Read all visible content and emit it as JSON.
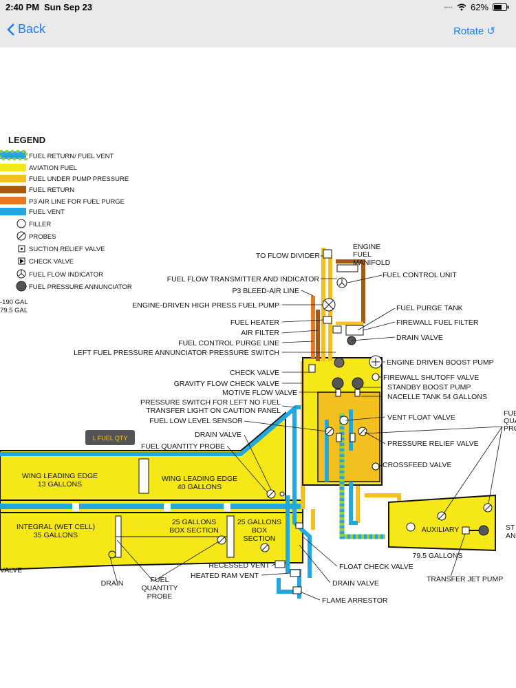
{
  "status_bar": {
    "time": "2:40 PM",
    "date": "Sun Sep 23",
    "battery": "62%"
  },
  "nav": {
    "back_label": "Back",
    "rotate_label": "Rotate ↺"
  },
  "legend": {
    "title": "LEGEND",
    "items": [
      {
        "label": "FUEL RETURN/ FUEL VENT",
        "color": "#9ccc3a"
      },
      {
        "label": "AVIATION FUEL",
        "color": "#f6e816"
      },
      {
        "label": "FUEL UNDER PUMP PRESSURE",
        "color": "#f4c020"
      },
      {
        "label": "FUEL RETURN",
        "color": "#a65a12"
      },
      {
        "label": "P3 AIR LINE FOR FUEL PURGE",
        "color": "#e8781e"
      },
      {
        "label": "FUEL VENT",
        "color": "#21a8e0"
      }
    ],
    "symbols": [
      {
        "label": "FILLER",
        "icon": "circle-icon"
      },
      {
        "label": "PROBES",
        "icon": "probe-icon"
      },
      {
        "label": "SUCTION RELIEF VALVE",
        "icon": "suction-relief-icon"
      },
      {
        "label": "CHECK VALVE",
        "icon": "check-valve-icon"
      },
      {
        "label": "FUEL FLOW INDICATOR",
        "icon": "flow-indicator-icon"
      },
      {
        "label": "FUEL PRESSURE ANNUNCIATOR",
        "icon": "annunciator-icon"
      }
    ],
    "capacity_1": "-190 GAL",
    "capacity_2": "79.5 GAL"
  },
  "button": {
    "fuel_qty": "L FUEL QTY"
  },
  "labels": {
    "to_flow_divider": "TO FLOW DIVIDER",
    "engine_fuel_manifold_1": "ENGINE",
    "engine_fuel_manifold_2": "FUEL",
    "engine_fuel_manifold_3": "MANIFOLD",
    "fuel_flow_transmitter": "FUEL FLOW TRANSMITTER AND INDICATOR",
    "fuel_control_unit": "FUEL CONTROL UNIT",
    "p3_bleed_air_line": "P3 BLEED-AIR LINE",
    "engine_driven_pump": "ENGINE-DRIVEN HIGH PRESS FUEL PUMP",
    "fuel_purge_tank": "FUEL PURGE TANK",
    "fuel_heater": "FUEL HEATER",
    "firewall_fuel_filter": "FIREWALL FUEL FILTER",
    "air_filter": "AIR FILTER",
    "drain_valve_top": "DRAIN VALVE",
    "fuel_control_purge_line": "FUEL CONTROL PURGE LINE",
    "left_fuel_pressure_switch": "LEFT FUEL PRESSURE ANNUNCIATOR PRESSURE SWITCH",
    "engine_driven_boost_pump": "ENGINE DRIVEN BOOST PUMP",
    "check_valve": "CHECK VALVE",
    "firewall_shutoff_valve": "FIREWALL SHUTOFF VALVE",
    "gravity_flow_check_valve": "GRAVITY FLOW CHECK VALVE",
    "standby_boost_pump": "STANDBY BOOST PUMP",
    "motive_flow_valve": "MOTIVE FLOW VALVE",
    "nacelle_tank": "NACELLE TANK 54 GALLONS",
    "pressure_switch_1": "PRESSURE SWITCH FOR LEFT NO FUEL",
    "pressure_switch_2": "TRANSFER LIGHT ON CAUTION PANEL",
    "fuel_low_level_sensor": "FUEL LOW LEVEL SENSOR",
    "vent_float_valve": "VENT FLOAT VALVE",
    "drain_valve_mid": "DRAIN VALVE",
    "fuel_quantity_probe_top": "FUEL QUANTITY PROBE",
    "pressure_relief_valve": "PRESSURE RELIEF VALVE",
    "crossfeed_valve": "CROSSFEED VALVE",
    "fue_qua_pro_1": "FUE",
    "fue_qua_pro_2": "QUA",
    "fue_qua_pro_3": "PRO",
    "wing_le_13_1": "WING LEADING EDGE",
    "wing_le_13_2": "13 GALLONS",
    "wing_le_40_1": "WING LEADING EDGE",
    "wing_le_40_2": "40 GALLONS",
    "integral_1": "INTEGRAL (WET CELL)",
    "integral_2": "35 GALLONS",
    "box25_1": "25 GALLONS",
    "box25_2": "BOX SECTION",
    "box25b_1": "25 GALLONS",
    "box25b_2": "BOX",
    "box25b_3": "SECTION",
    "auxiliary": "AUXILIARY",
    "aux_gallons": "79.5 GALLONS",
    "st_an_1": "ST",
    "st_an_2": "AN",
    "valve_left": "VALVE",
    "drain_bottom": "DRAIN",
    "fuel_qty_probe_b1": "FUEL",
    "fuel_qty_probe_b2": "QUANTITY",
    "fuel_qty_probe_b3": "PROBE",
    "recessed_vent": "RECESSED VENT",
    "heated_ram_vent": "HEATED RAM VENT",
    "float_check_valve": "FLOAT CHECK VALVE",
    "drain_valve_bottom": "DRAIN VALVE",
    "transfer_jet_pump": "TRANSFER JET PUMP",
    "flame_arrestor": "FLAME ARRESTOR"
  }
}
